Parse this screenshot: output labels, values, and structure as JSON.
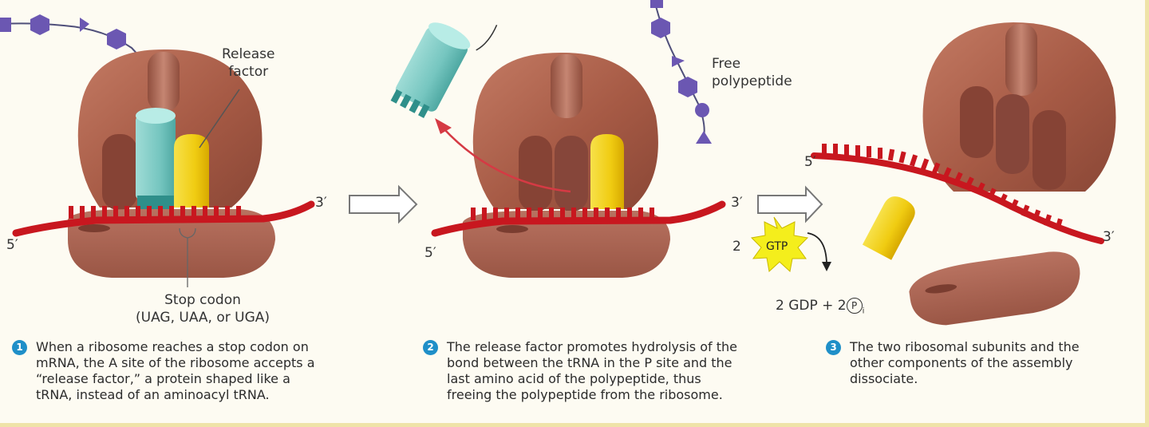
{
  "labels": {
    "release_factor": "Release\nfactor",
    "free_polypeptide": "Free\npolypeptide",
    "stop_codon": "Stop codon\n(UAG, UAA, or UGA)",
    "five_prime": "5′",
    "three_prime": "3′",
    "gtp_count": "2",
    "gtp": "GTP",
    "gdp_products": "2 GDP + 2"
  },
  "steps": [
    {
      "number": "1",
      "text": "When a ribosome reaches a stop codon on\nmRNA, the A site of the ribosome accepts a\n“release factor,” a protein shaped like a\ntRNA, instead of an aminoacyl tRNA."
    },
    {
      "number": "2",
      "text": "The release factor promotes hydrolysis of the\nbond between the tRNA in the P site and the\nlast amino acid of the polypeptide, thus\nfreeing the polypeptide from the ribosome."
    },
    {
      "number": "3",
      "text": "The two ribosomal subunits and the\nother components of the assembly\ndissociate."
    }
  ],
  "colors": {
    "ribosome": "#a9604a",
    "ribosome_dark": "#7d4233",
    "mrna": "#c8171f",
    "trna": "#7cc9c4",
    "release_factor": "#f1d21f",
    "polypeptide": "#7059b4",
    "gtp_star": "#f4ee1c",
    "step_number": "#1f8fc8"
  },
  "icons": [
    "arrow-right-icon",
    "curved-arrow-icon",
    "starburst-icon",
    "circled-p-icon"
  ]
}
